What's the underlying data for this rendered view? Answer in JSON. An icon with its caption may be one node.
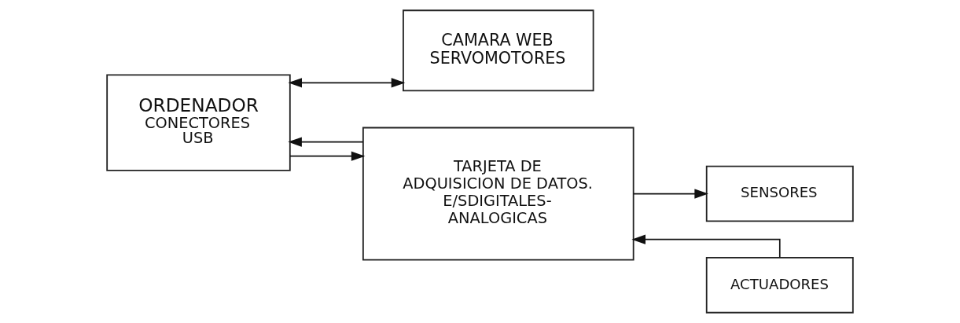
{
  "diagram": {
    "nodes": [
      {
        "text": [
          "CAMARA WEB",
          "SERVOMOTORES"
        ]
      },
      {
        "text": [
          "ORDENADOR",
          "CONECTORES USB"
        ]
      },
      {
        "text": [
          "TARJETA DE ADQUISICION DE DATOS.",
          "E/SDIGITALES- ANALOGICAS"
        ]
      },
      {
        "text": [
          "SENSORES"
        ]
      },
      {
        "text": [
          "ACTUADORES"
        ]
      }
    ],
    "edges": [
      {
        "from": 1,
        "to": 0,
        "arrow": "both"
      },
      {
        "from": 1,
        "to": 2,
        "arrow": "to"
      },
      {
        "from": 2,
        "to": 1,
        "arrow": "to"
      },
      {
        "from": 2,
        "to": 3,
        "arrow": "to"
      },
      {
        "from": 4,
        "to": 2,
        "arrow": "to"
      }
    ]
  }
}
